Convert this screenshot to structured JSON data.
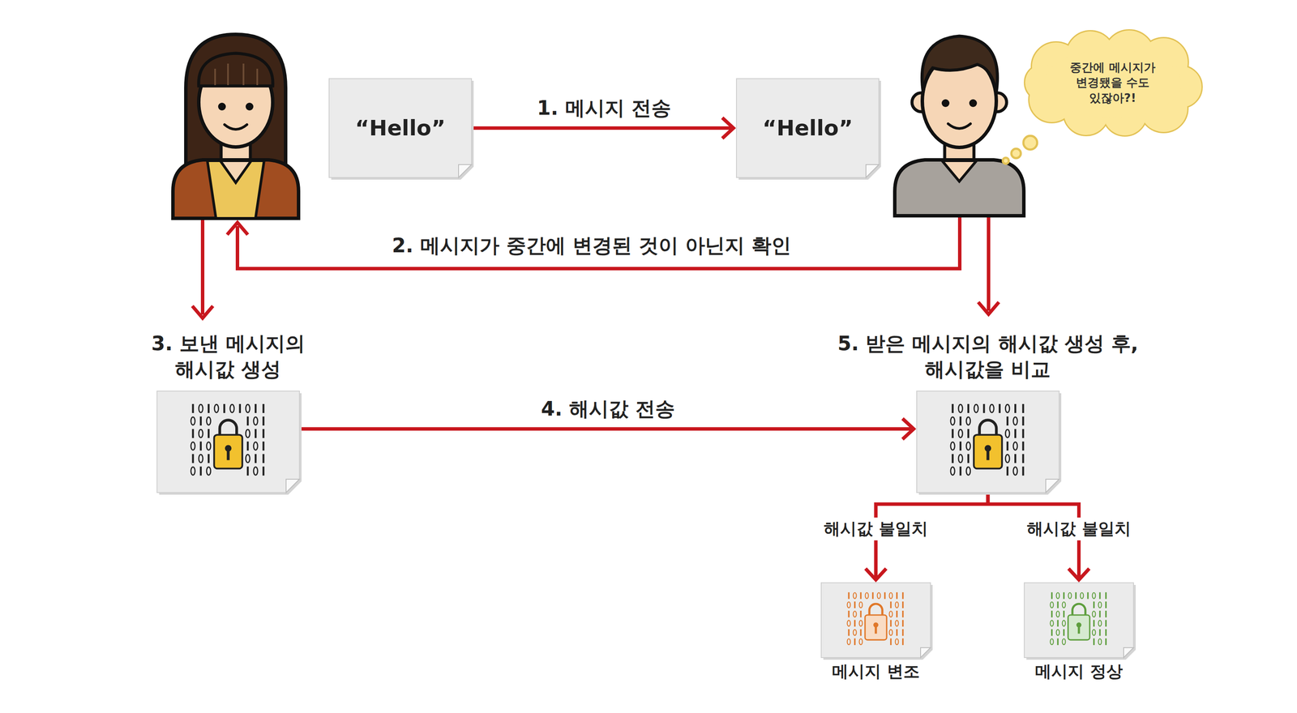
{
  "diagram": {
    "nodes": [
      {
        "text": [
          "“Hello”"
        ]
      },
      {
        "text": [
          "“Hello”"
        ]
      },
      {
        "text": [
          "중간에 메시지가 변경됐을 수도 있잖아?!"
        ]
      },
      {
        "text": [
          "3. 보낸 메시지의 해시값 생성"
        ]
      },
      {
        "text": [
          "5. 받은 메시지의 해시값 생성 후, 해시값을 비교"
        ]
      },
      {
        "text": [
          "메시지 변조"
        ]
      },
      {
        "text": [
          "메시지 정상"
        ]
      }
    ],
    "edges": [
      {
        "from": 0,
        "to": 1,
        "label": "1. 메시지 전송",
        "arrow": "to"
      },
      {
        "from": 3,
        "to": 4,
        "label": "4. 해시값 전송",
        "arrow": "to"
      },
      {
        "from": 4,
        "to": 5,
        "label": "해시값 불일치",
        "arrow": "to"
      },
      {
        "from": 4,
        "to": 6,
        "label": "해시값 불일치",
        "arrow": "to"
      }
    ],
    "labels": [
      "2. 메시지가 중간에 변경된 것이 아닌지 확인"
    ]
  }
}
